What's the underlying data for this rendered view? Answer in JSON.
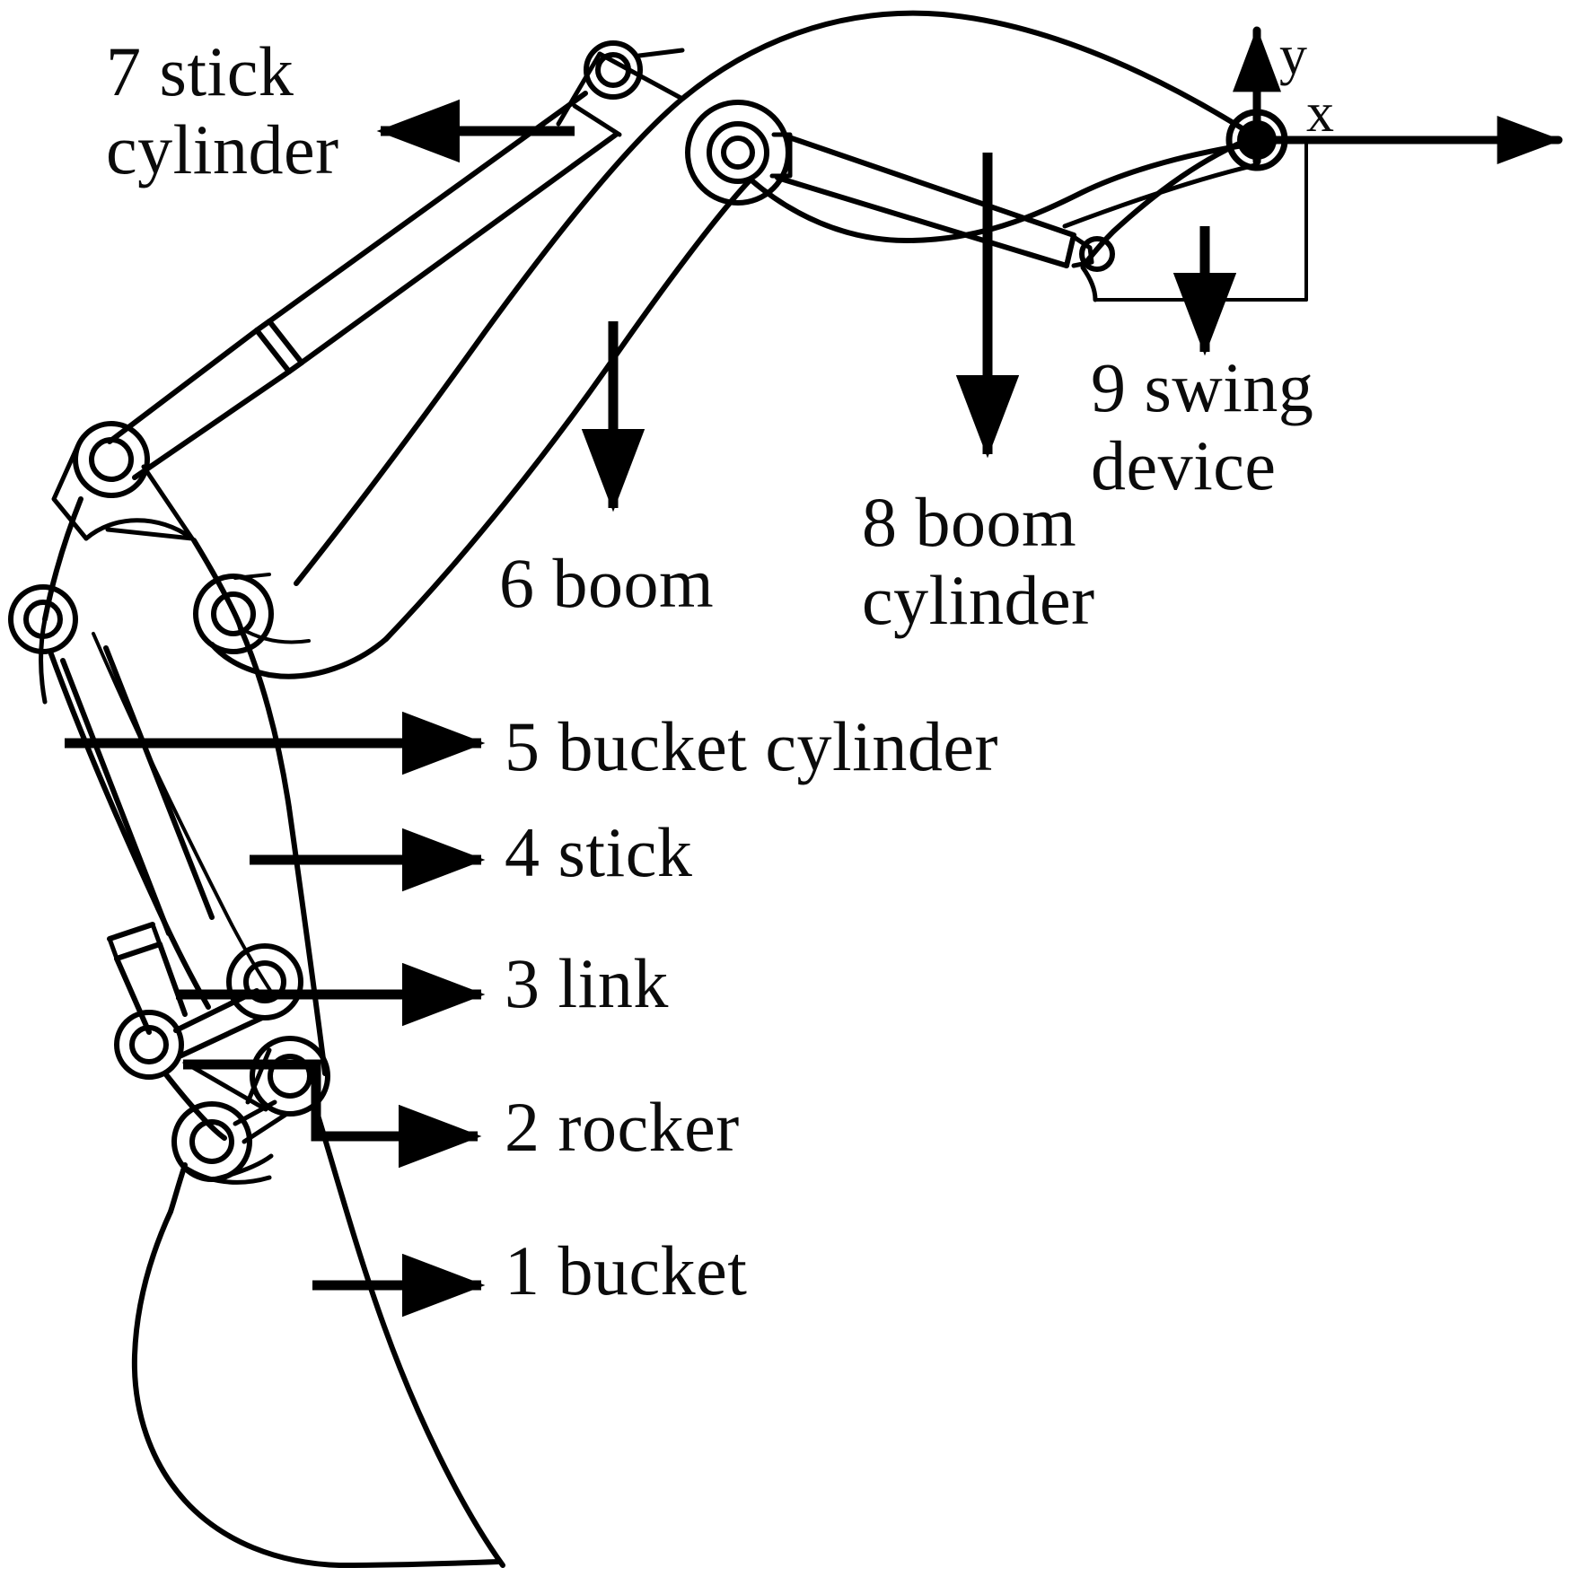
{
  "figure": {
    "kind": "excavator-working-device-schematic",
    "background_color": "#ffffff",
    "line_color": "#000000",
    "text_color": "#0b0b0b"
  },
  "axes": {
    "x_label": "x",
    "y_label": "y",
    "origin_marker": "filled-pivot-circle",
    "x_direction": "right",
    "y_direction": "up"
  },
  "labels": {
    "stick_cylinder": "7 stick\ncylinder",
    "boom": "6 boom",
    "boom_cylinder": "8 boom\ncylinder",
    "swing_device": "9 swing\ndevice",
    "bucket_cylinder": "5 bucket cylinder",
    "stick": "4 stick",
    "link": "3 link",
    "rocker": "2 rocker",
    "bucket": "1 bucket"
  },
  "callouts": [
    {
      "id": "7",
      "name": "stick cylinder",
      "arrow_direction": "left"
    },
    {
      "id": "6",
      "name": "boom",
      "arrow_direction": "down"
    },
    {
      "id": "8",
      "name": "boom cylinder",
      "arrow_direction": "down"
    },
    {
      "id": "9",
      "name": "swing device",
      "arrow_direction": "down"
    },
    {
      "id": "5",
      "name": "bucket cylinder",
      "arrow_direction": "right"
    },
    {
      "id": "4",
      "name": "stick",
      "arrow_direction": "right"
    },
    {
      "id": "3",
      "name": "link",
      "arrow_direction": "right"
    },
    {
      "id": "2",
      "name": "rocker",
      "arrow_direction": "right"
    },
    {
      "id": "1",
      "name": "bucket",
      "arrow_direction": "right"
    }
  ]
}
